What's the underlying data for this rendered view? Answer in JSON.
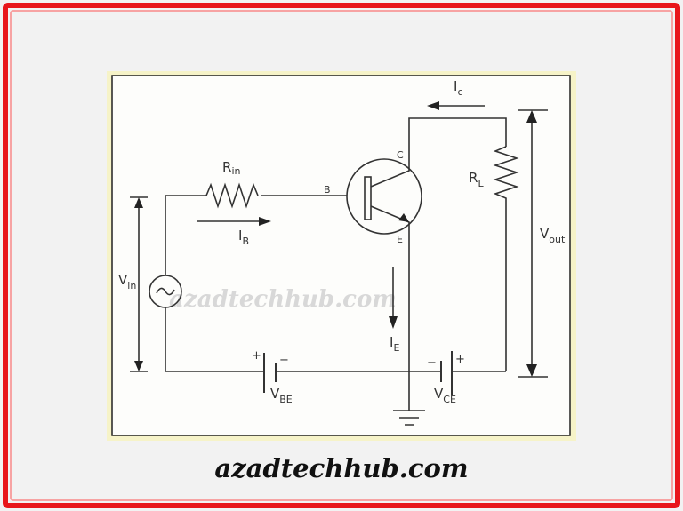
{
  "diagram": {
    "labels": {
      "rin": "R",
      "rin_sub": "in",
      "rl": "R",
      "rl_sub": "L",
      "vin": "V",
      "vin_sub": "in",
      "vout": "V",
      "vout_sub": "out",
      "ib": "I",
      "ib_sub": "B",
      "ic": "I",
      "ic_sub": "c",
      "ie": "I",
      "ie_sub": "E",
      "vbe": "V",
      "vbe_sub": "BE",
      "vce": "V",
      "vce_sub": "CE",
      "base": "B",
      "collector": "C",
      "emitter": "E",
      "plus": "+",
      "minus": "−"
    },
    "watermark": "azadtechhub.com"
  },
  "footer": {
    "site": "azadtechhub.com"
  },
  "colors": {
    "border": "#e8161b",
    "panel_edge": "#f6f3c8"
  }
}
